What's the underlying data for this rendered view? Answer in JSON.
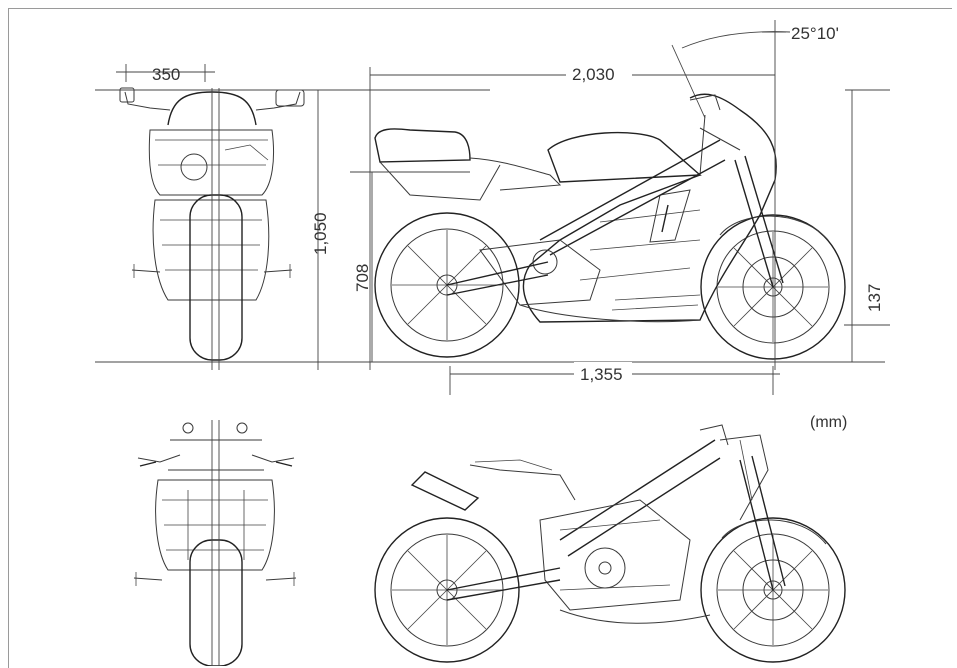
{
  "dimensions": {
    "width_front": "350",
    "overall_length": "2,030",
    "caster_angle": "25°10'",
    "overall_height": "1,050",
    "seat_height": "708",
    "ground_clearance": "137",
    "wheelbase": "1,355"
  },
  "units": "(mm)",
  "colors": {
    "line": "#3a3a3a",
    "background": "#ffffff",
    "frame": "#9a9a9a"
  }
}
